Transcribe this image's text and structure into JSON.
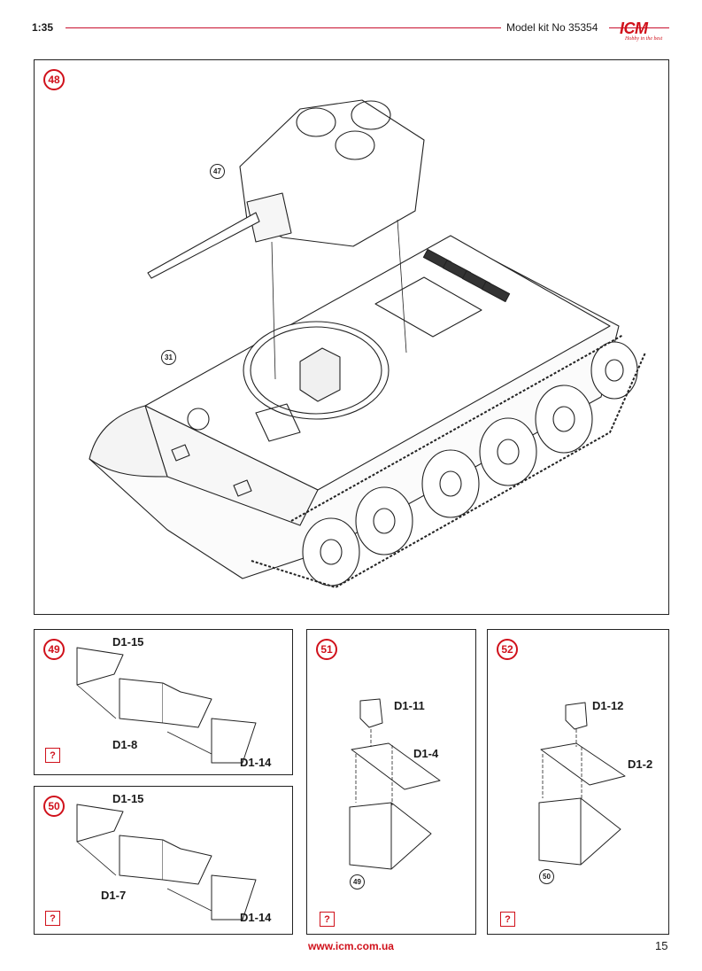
{
  "header": {
    "scale": "1:35",
    "kit": "Model kit No 35354"
  },
  "logo": {
    "word": "ICM",
    "tagline": "Hobby in the best"
  },
  "steps": {
    "s48": {
      "number": "48",
      "refs": [
        "47",
        "31"
      ]
    },
    "s49": {
      "number": "49",
      "parts": [
        "D1-15",
        "D1-8",
        "D1-14"
      ],
      "help": "?"
    },
    "s50": {
      "number": "50",
      "parts": [
        "D1-15",
        "D1-7",
        "D1-14"
      ],
      "help": "?"
    },
    "s51": {
      "number": "51",
      "parts": [
        "D1-11",
        "D1-4"
      ],
      "ref": "49",
      "help": "?"
    },
    "s52": {
      "number": "52",
      "parts": [
        "D1-12",
        "D1-2"
      ],
      "ref": "50",
      "help": "?"
    }
  },
  "footer": {
    "url": "www.icm.com.ua",
    "page": "15"
  },
  "colors": {
    "accent": "#d0111b",
    "line": "#222222"
  }
}
